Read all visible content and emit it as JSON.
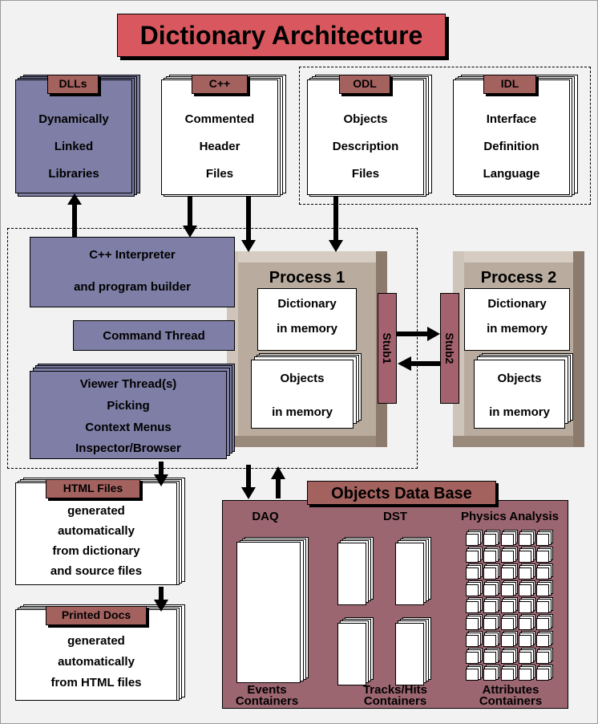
{
  "title": "Dictionary Architecture",
  "boxes": {
    "dlls": {
      "tab": "DLLs",
      "lines": [
        "Dynamically",
        "Linked",
        "Libraries"
      ]
    },
    "cpp": {
      "tab": "C++",
      "lines": [
        "Commented",
        "Header",
        "Files"
      ]
    },
    "odl": {
      "tab": "ODL",
      "lines": [
        "Objects",
        "Description",
        "Files"
      ]
    },
    "idl": {
      "tab": "IDL",
      "lines": [
        "Interface",
        "Definition",
        "Language"
      ]
    },
    "interpreter": {
      "lines": [
        "C++ Interpreter",
        "and program builder"
      ]
    },
    "command_thread": "Command Thread",
    "viewer": {
      "lines": [
        "Viewer Thread(s)",
        "Picking",
        "Context Menus",
        "Inspector/Browser"
      ]
    },
    "html_files": {
      "tab": "HTML Files",
      "lines": [
        "generated",
        "automatically",
        "from dictionary",
        "and source files"
      ]
    },
    "printed_docs": {
      "tab": "Printed Docs",
      "lines": [
        "generated",
        "automatically",
        "from HTML files"
      ]
    }
  },
  "process1": {
    "title": "Process 1",
    "dictionary": [
      "Dictionary",
      "in memory"
    ],
    "objects": [
      "Objects",
      "in memory"
    ],
    "stub": "Stub1"
  },
  "process2": {
    "title": "Process 2",
    "dictionary": [
      "Dictionary",
      "in memory"
    ],
    "objects": [
      "Objects",
      "in memory"
    ],
    "stub": "Stub2"
  },
  "odb": {
    "title": "Objects Data Base",
    "columns": [
      "DAQ",
      "DST",
      "Physics Analysis"
    ],
    "footers": [
      [
        "Events",
        "Containers"
      ],
      [
        "Tracks/Hits",
        "Containers"
      ],
      [
        "Attributes",
        "Containers"
      ]
    ]
  },
  "colors": {
    "title_bg": "#d9585f",
    "tab": "#a4625f",
    "purple_box": "#7e7ea6",
    "process": "#b9ac9f",
    "database": "#9c6671",
    "stub": "#a4626e"
  }
}
